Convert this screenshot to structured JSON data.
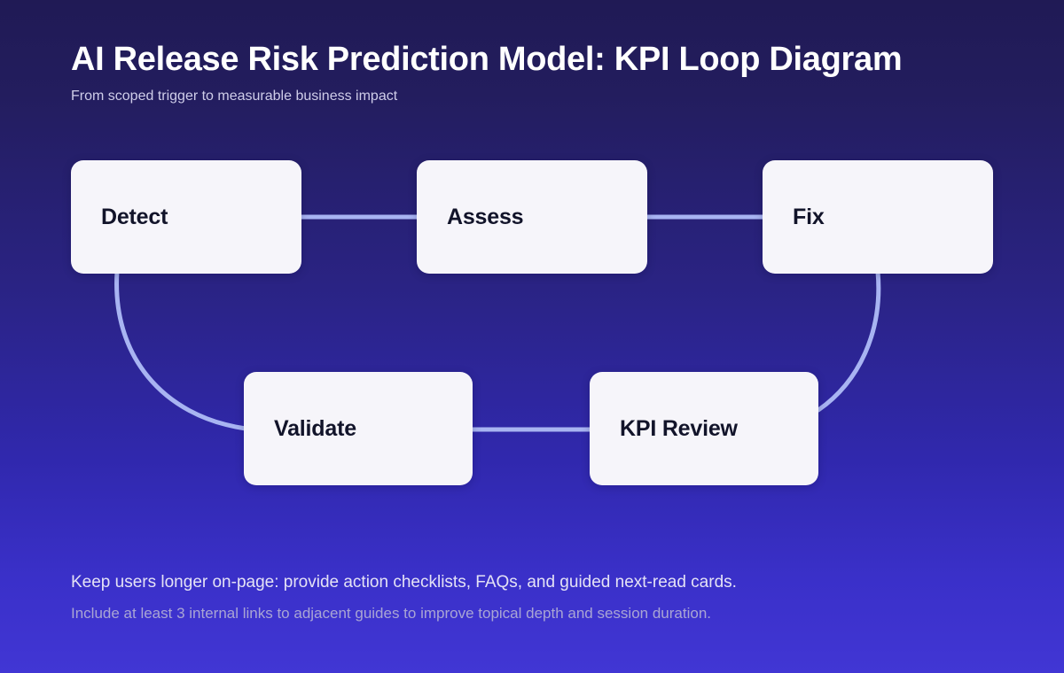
{
  "header": {
    "title": "AI Release Risk Prediction Model: KPI Loop Diagram",
    "subtitle": "From scoped trigger to measurable business impact"
  },
  "diagram": {
    "type": "loop-flow",
    "nodes": [
      {
        "id": "detect",
        "label": "Detect",
        "row": "top",
        "order": 1
      },
      {
        "id": "assess",
        "label": "Assess",
        "row": "top",
        "order": 2
      },
      {
        "id": "fix",
        "label": "Fix",
        "row": "top",
        "order": 3
      },
      {
        "id": "validate",
        "label": "Validate",
        "row": "bottom",
        "order": 5
      },
      {
        "id": "kpi-review",
        "label": "KPI Review",
        "row": "bottom",
        "order": 4
      }
    ],
    "edges": [
      {
        "from": "detect",
        "to": "assess",
        "style": "straight"
      },
      {
        "from": "assess",
        "to": "fix",
        "style": "straight"
      },
      {
        "from": "fix",
        "to": "kpi-review",
        "style": "curved"
      },
      {
        "from": "kpi-review",
        "to": "validate",
        "style": "straight"
      },
      {
        "from": "validate",
        "to": "detect",
        "style": "curved"
      }
    ],
    "colors": {
      "node_fill": "#f6f5fa",
      "node_text": "#12142a",
      "edge": "#a8b4f2",
      "background_top": "#201a55",
      "background_bottom": "#4136d4"
    }
  },
  "footer": {
    "primary": "Keep users longer on-page: provide action checklists, FAQs, and guided next-read cards.",
    "secondary": "Include at least 3 internal links to adjacent guides to improve topical depth and session duration."
  }
}
